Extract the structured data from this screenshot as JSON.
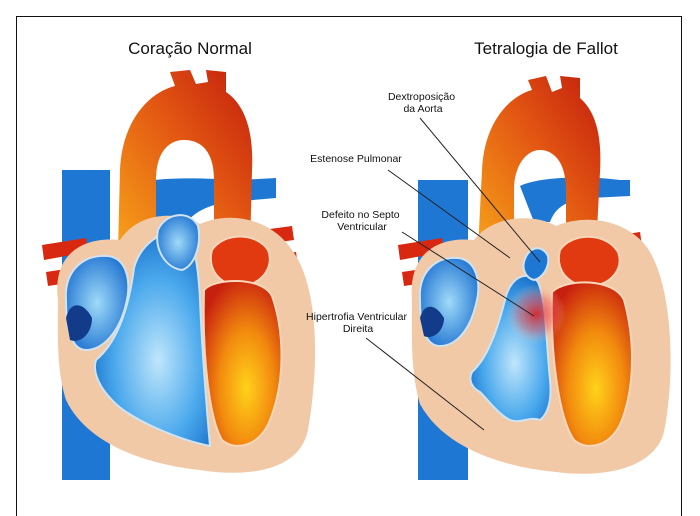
{
  "titles": {
    "normal": "Coração Normal",
    "fallot": "Tetralogia de Fallot"
  },
  "labels": {
    "aorta": [
      "Dextroposição",
      "da Aorta"
    ],
    "pulmonary": [
      "Estenose Pulmonar"
    ],
    "septum": [
      "Defeito no Septo",
      "Ventricular"
    ],
    "hypertrophy": [
      "Hipertrofia Ventricular",
      "Direita"
    ]
  },
  "colors": {
    "deoxygenated": "#1f77d4",
    "oxygenated": "#e04a12",
    "muscle": "#f2c9a6",
    "border": "#111111"
  }
}
